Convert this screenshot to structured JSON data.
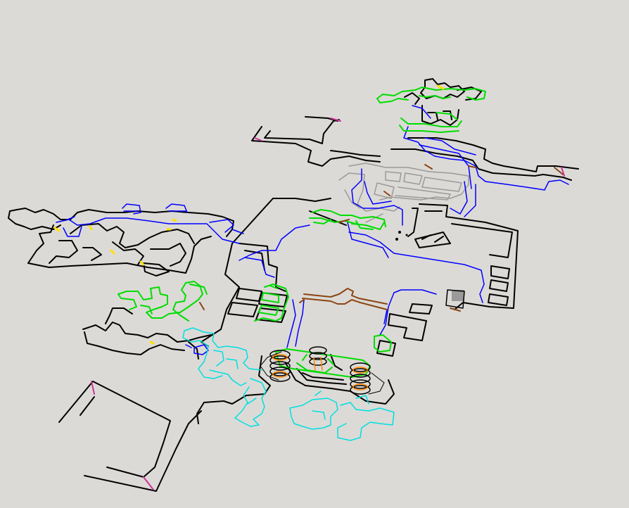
{
  "colors": {
    "background": "#dcdad6",
    "wall": "#000000",
    "floor_change": "#0000ff",
    "secret": "#00dd00",
    "teleporter_area": "#00e0e0",
    "door": "#8b4513",
    "locked_door": "#cc3399",
    "item": "#ffe000",
    "unseen": "#9a9a9a",
    "marker": "#ff8800"
  },
  "map": {
    "view": "isometric-automap",
    "legend_categories": [
      "wall",
      "floor_change",
      "secret",
      "teleporter_area",
      "door",
      "locked_door",
      "item",
      "unseen"
    ]
  }
}
